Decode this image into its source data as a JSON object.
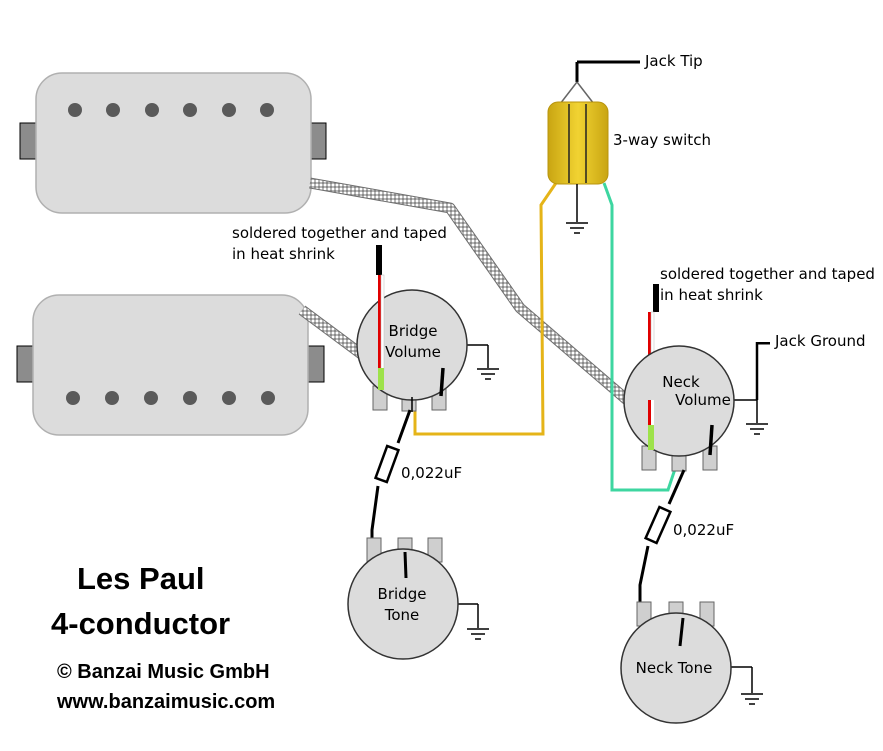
{
  "title": {
    "line1": "Les Paul",
    "line2": "4-conductor"
  },
  "credits": {
    "copyright": "© Banzai Music GmbH",
    "website": "www.banzaimusic.com"
  },
  "labels": {
    "jack_tip": "Jack Tip",
    "switch": "3-way switch",
    "jack_ground": "Jack Ground",
    "solder_note_bridge_line1": "soldered together and taped",
    "solder_note_bridge_line2": "in heat shrink",
    "solder_note_neck_line1": "soldered together and taped",
    "solder_note_neck_line2": "in heat shrink",
    "bridge_volume_line1": "Bridge",
    "bridge_volume_line2": "Volume",
    "neck_volume_line1": "Neck",
    "neck_volume_line2": "Volume",
    "bridge_tone_line1": "Bridge",
    "bridge_tone_line2": "Tone",
    "neck_tone": "Neck Tone",
    "cap_bridge": "0,022uF",
    "cap_neck": "0,022uF"
  },
  "colors": {
    "pickup_fill": "#dcdcdc",
    "pot_fill": "#dcdcdc",
    "switch_fill": "#e8c21c",
    "yellow_wire": "#e5b418",
    "green_wire": "#3dd6a0",
    "hot_wire": "#e00000",
    "tape_green": "#9de24a"
  }
}
